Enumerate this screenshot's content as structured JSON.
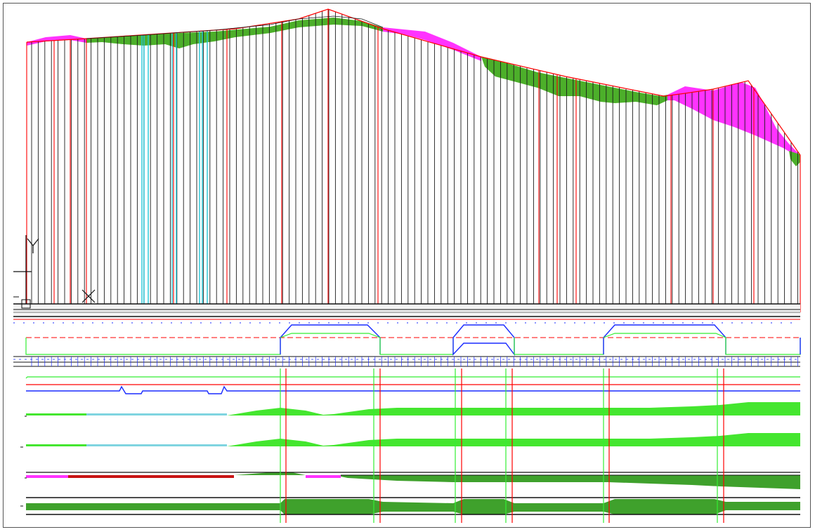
{
  "view": {
    "background": "#ffffff",
    "ucs_icon": {
      "x_label": "X",
      "y_label": "Y"
    }
  },
  "colors": {
    "fill_area": "#4caf2a",
    "cut_area": "#ff33ff",
    "design_line": "#ff0000",
    "station_line": "#000000",
    "structure_line": "#22c6d8",
    "plan_outline": "#1a2bff",
    "plan_offset": "#33ee33",
    "centerline": "#ff0000",
    "band_fill": "#44e62f",
    "band_fill_dark": "#3fa12c",
    "band_cyan": "#7fd4e0",
    "band_magenta": "#ff33ff",
    "band_red": "#c81414",
    "band_black": "#111111"
  },
  "layers": [
    "profile-cut-fill",
    "station-grid",
    "plan-view",
    "band-rows"
  ]
}
